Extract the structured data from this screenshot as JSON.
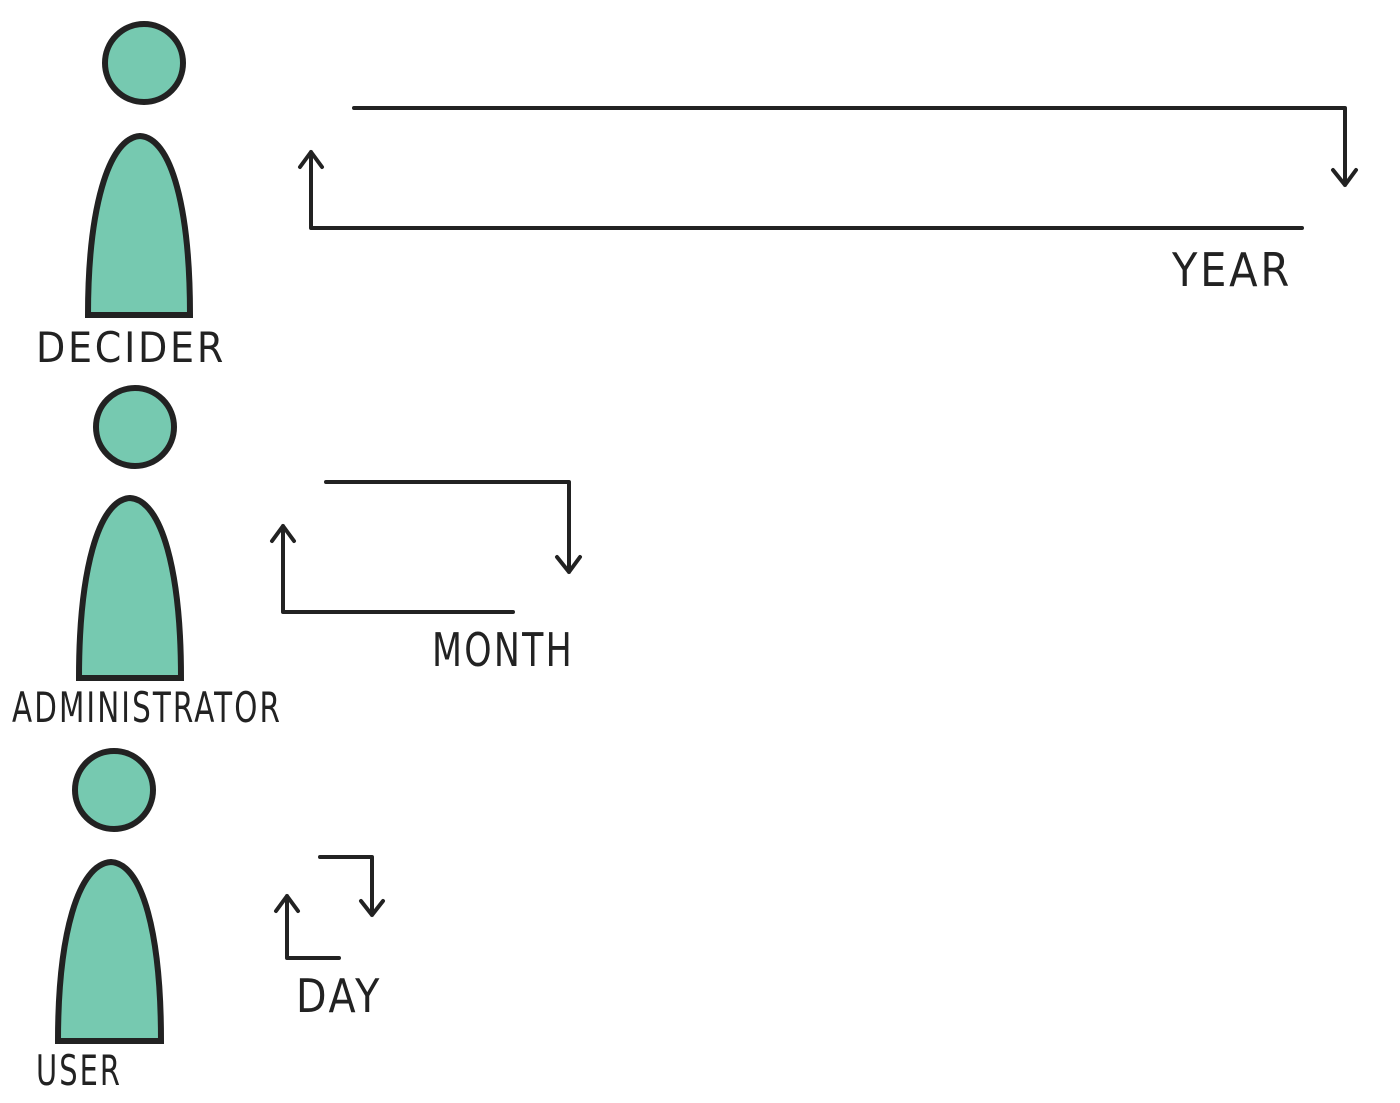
{
  "colors": {
    "figure_fill": "#76c9b0",
    "ink": "#222222",
    "background": "#ffffff"
  },
  "roles": [
    {
      "label": "DECIDER",
      "cycle": "YEAR"
    },
    {
      "label": "ADMINISTRATOR",
      "cycle": "MONTH"
    },
    {
      "label": "USER",
      "cycle": "DAY"
    }
  ]
}
